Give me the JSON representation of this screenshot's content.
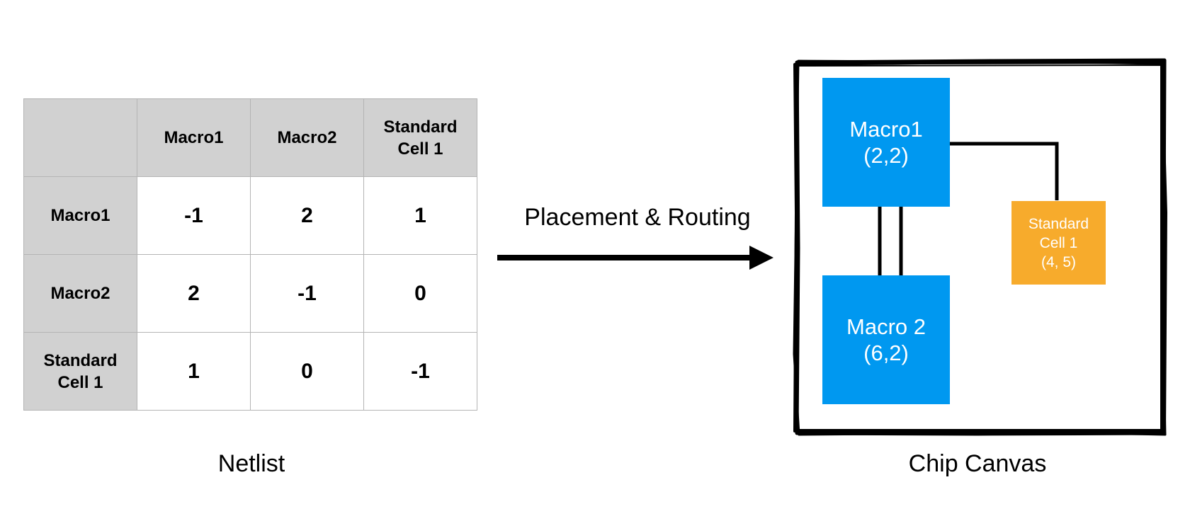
{
  "netlist": {
    "caption": "Netlist",
    "columns": [
      "Macro1",
      "Macro2",
      "Standard\nCell 1"
    ],
    "rows": [
      {
        "label": "Macro1",
        "values": [
          "-1",
          "2",
          "1"
        ]
      },
      {
        "label": "Macro2",
        "values": [
          "2",
          "-1",
          "0"
        ]
      },
      {
        "label": "Standard\nCell 1",
        "values": [
          "1",
          "0",
          "-1"
        ]
      }
    ],
    "header_color": "#d1d1d1"
  },
  "arrow": {
    "label": "Placement & Routing"
  },
  "chip_canvas": {
    "caption": "Chip Canvas",
    "macro1": {
      "name": "Macro1",
      "coord": "(2,2)"
    },
    "macro2": {
      "name": "Macro 2",
      "coord": "(6,2)"
    },
    "standard_cell": {
      "name_line1": "Standard",
      "name_line2": "Cell 1",
      "coord": "(4, 5)"
    },
    "macro_color": "#0098f0",
    "cell_color": "#f7ab2c"
  }
}
